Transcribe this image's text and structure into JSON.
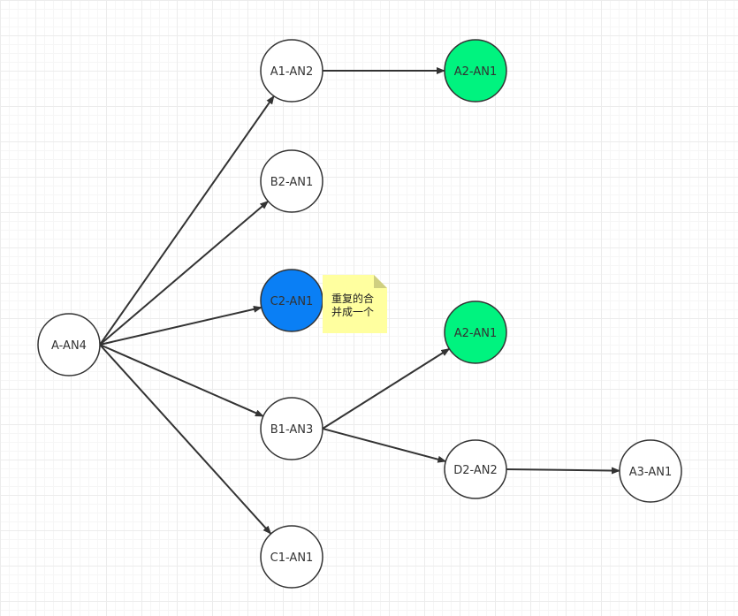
{
  "diagram": {
    "nodes": [
      {
        "id": "a_an4",
        "label": "A-AN4",
        "fill": "#ffffff",
        "text_color": "#333333"
      },
      {
        "id": "a1_an2",
        "label": "A1-AN2",
        "fill": "#ffffff",
        "text_color": "#333333"
      },
      {
        "id": "a2_an1_top",
        "label": "A2-AN1",
        "fill": "#00f37f",
        "text_color": "#333333"
      },
      {
        "id": "b2_an1",
        "label": "B2-AN1",
        "fill": "#ffffff",
        "text_color": "#333333"
      },
      {
        "id": "c2_an1",
        "label": "C2-AN1",
        "fill": "#0a7ff5",
        "text_color": "#333333"
      },
      {
        "id": "a2_an1_mid",
        "label": "A2-AN1",
        "fill": "#00f37f",
        "text_color": "#333333"
      },
      {
        "id": "b1_an3",
        "label": "B1-AN3",
        "fill": "#ffffff",
        "text_color": "#333333"
      },
      {
        "id": "d2_an2",
        "label": "D2-AN2",
        "fill": "#ffffff",
        "text_color": "#333333"
      },
      {
        "id": "a3_an1",
        "label": "A3-AN1",
        "fill": "#ffffff",
        "text_color": "#333333"
      },
      {
        "id": "c1_an1",
        "label": "C1-AN1",
        "fill": "#ffffff",
        "text_color": "#333333"
      }
    ],
    "edges": [
      {
        "from": "a_an4",
        "to": "a1_an2"
      },
      {
        "from": "a_an4",
        "to": "b2_an1"
      },
      {
        "from": "a_an4",
        "to": "c2_an1"
      },
      {
        "from": "a_an4",
        "to": "b1_an3"
      },
      {
        "from": "a_an4",
        "to": "c1_an1"
      },
      {
        "from": "a1_an2",
        "to": "a2_an1_top"
      },
      {
        "from": "b1_an3",
        "to": "a2_an1_mid"
      },
      {
        "from": "b1_an3",
        "to": "d2_an2"
      },
      {
        "from": "d2_an2",
        "to": "a3_an1"
      }
    ],
    "note": {
      "lines": [
        "重复的合",
        "并成一个"
      ],
      "fill": "#ffff9f",
      "fold_fill": "#cfcf80"
    },
    "colors": {
      "stroke": "#333333",
      "grid_major": "#ececec",
      "grid_minor": "#f6f6f6"
    }
  }
}
